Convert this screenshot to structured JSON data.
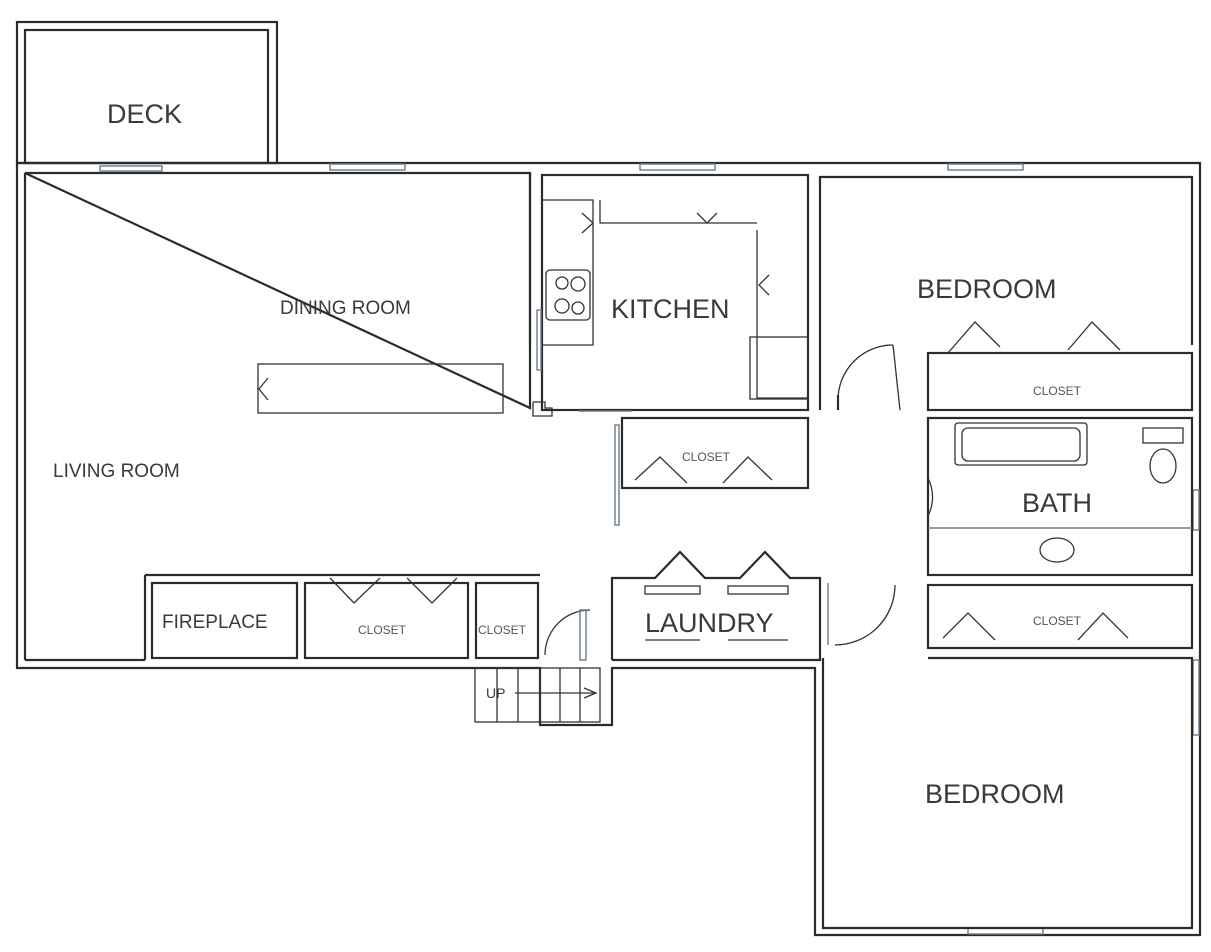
{
  "rooms": {
    "deck": "DECK",
    "dining_room": "DINING ROOM",
    "kitchen": "KITCHEN",
    "living_room": "LIVING ROOM",
    "bedroom_top": "BEDROOM",
    "bedroom_bottom": "BEDROOM",
    "bath": "BATH",
    "fireplace": "FIREPLACE",
    "laundry": "LAUNDRY",
    "closet_top_right": "CLOSET",
    "closet_hall": "CLOSET",
    "closet_living": "CLOSET",
    "closet_small": "CLOSET",
    "closet_bottom_right": "CLOSET"
  },
  "stairs": {
    "label": "UP"
  },
  "colors": {
    "wall": "#2b2b2b",
    "background": "#ffffff"
  }
}
